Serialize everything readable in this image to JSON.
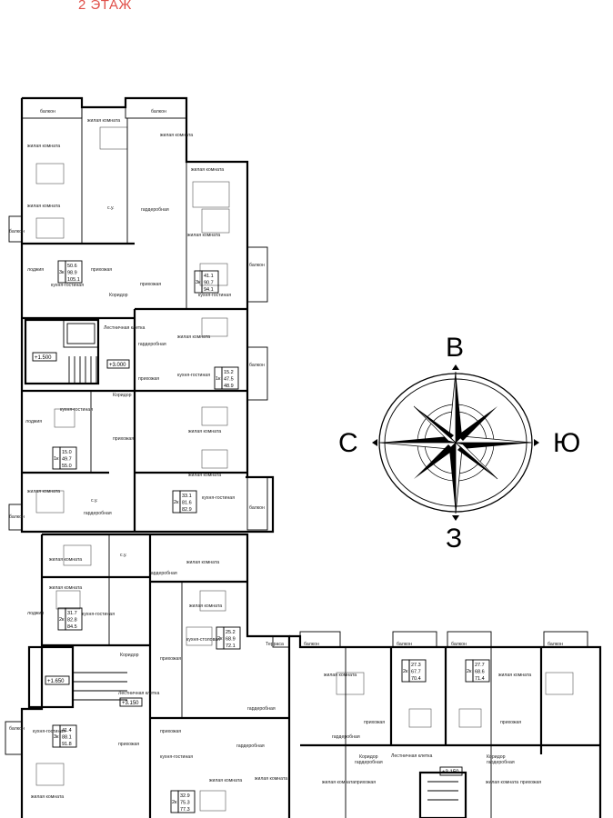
{
  "floor_title": "2 ЭТАЖ",
  "compass": {
    "north": "В",
    "south": "З",
    "west": "С",
    "east": "Ю"
  },
  "levels": [
    "+1.500",
    "+3.000",
    "+1.650",
    "+3.150",
    "+3.150"
  ],
  "apartments": [
    {
      "rooms": "3к",
      "v1": "50.6",
      "v2": "98.9",
      "v3": "105.1"
    },
    {
      "rooms": "3к",
      "v1": "41.1",
      "v2": "90.7",
      "v3": "94.1"
    },
    {
      "rooms": "1к",
      "v1": "15.2",
      "v2": "47.5",
      "v3": "48.9"
    },
    {
      "rooms": "1к",
      "v1": "15.0",
      "v2": "49.7",
      "v3": "55.0"
    },
    {
      "rooms": "2к",
      "v1": "33.1",
      "v2": "81.6",
      "v3": "82.9"
    },
    {
      "rooms": "2к",
      "v1": "31.7",
      "v2": "82.8",
      "v3": "84.5"
    },
    {
      "rooms": "2к",
      "v1": "25.2",
      "v2": "68.9",
      "v3": "72.1"
    },
    {
      "rooms": "3к",
      "v1": "41.4",
      "v2": "88.1",
      "v3": "91.8"
    },
    {
      "rooms": "2к",
      "v1": "32.9",
      "v2": "75.3",
      "v3": "77.3"
    },
    {
      "rooms": "2к",
      "v1": "27.3",
      "v2": "67.7",
      "v3": "70.4"
    },
    {
      "rooms": "2к",
      "v1": "27.7",
      "v2": "68.6",
      "v3": "71.4"
    }
  ],
  "room_labels": {
    "balcony": "балкон",
    "living": "жилая комната",
    "kitchen_living": "кухня-гостиная",
    "hall": "прихожая",
    "wc": "с.у.",
    "wardrobe": "гардеробная",
    "corridor": "Коридор",
    "stairwell": "Лестничная клетка",
    "loggia": "лоджия",
    "terrace": "Терраса",
    "kitchen_dining": "кухня-столовая"
  }
}
